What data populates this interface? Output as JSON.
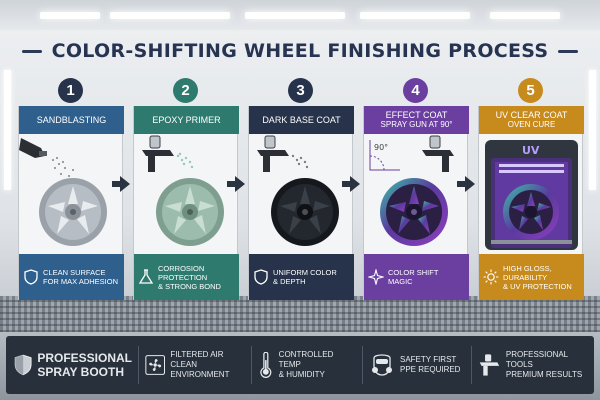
{
  "title": "COLOR-SHIFTING WHEEL FINISHING PROCESS",
  "steps": [
    {
      "number": "1",
      "label": "SANDBLASTING",
      "sublabel": "",
      "note_line1": "CLEAN SURFACE",
      "note_line2": "FOR MAX ADHESION",
      "icon": "shield-icon",
      "color": "#2e5f8d"
    },
    {
      "number": "2",
      "label": "EPOXY PRIMER",
      "sublabel": "",
      "note_line1": "CORROSION PROTECTION",
      "note_line2": "& STRONG BOND",
      "icon": "flask-icon",
      "color": "#2f7a6f"
    },
    {
      "number": "3",
      "label": "DARK BASE COAT",
      "sublabel": "",
      "note_line1": "UNIFORM COLOR",
      "note_line2": "& DEPTH",
      "icon": "shield-icon",
      "color": "#26334a"
    },
    {
      "number": "4",
      "label": "EFFECT COAT",
      "sublabel": "SPRAY GUN AT 90°",
      "note_line1": "COLOR SHIFT",
      "note_line2": "MAGIC",
      "icon": "sparkle-icon",
      "color": "#6b3fa0",
      "angle_label": "90°"
    },
    {
      "number": "5",
      "label": "UV CLEAR COAT",
      "sublabel": "OVEN CURE",
      "note_line1": "HIGH GLOSS, DURABILITY",
      "note_line2": "& UV PROTECTION",
      "icon": "sun-icon",
      "color": "#c78a1c",
      "oven_label": "UV"
    }
  ],
  "features": [
    {
      "line1": "PROFESSIONAL",
      "line2": "SPRAY BOOTH",
      "icon": "shield-icon"
    },
    {
      "line1": "FILTERED AIR",
      "line2": "CLEAN ENVIRONMENT",
      "icon": "fan-icon"
    },
    {
      "line1": "CONTROLLED TEMP",
      "line2": "& HUMIDITY",
      "icon": "thermometer-icon"
    },
    {
      "line1": "SAFETY FIRST",
      "line2": "PPE REQUIRED",
      "icon": "respirator-icon"
    },
    {
      "line1": "PROFESSIONAL TOOLS",
      "line2": "PREMIUM RESULTS",
      "icon": "spray-gun-icon"
    }
  ]
}
